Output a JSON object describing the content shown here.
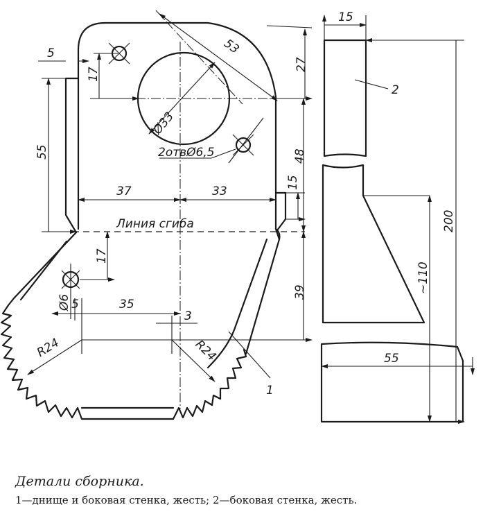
{
  "caption": {
    "title": "Детали сборника.",
    "text": "1—днище и боковая стенка, жесть; 2—боковая стенка, жесть."
  },
  "part1": {
    "dims": {
      "d5_top": "5",
      "d17_top": "17",
      "d53": "53",
      "d27": "27",
      "d33_circle": "Ø33",
      "holes_note": "2отвØ6,5",
      "d48": "48",
      "d55_left": "55",
      "d37": "37",
      "d33_horiz": "33",
      "d15_side": "15",
      "d17_bottom": "17",
      "d6_hole": "Ø6",
      "d5_bottom": "5",
      "d35": "35",
      "d3": "3",
      "d39": "39",
      "r24_left": "R24",
      "r24_right": "R24"
    },
    "fold_label": "Линия сгиба",
    "number": "1"
  },
  "part2": {
    "dims": {
      "d15_top": "15",
      "d200": "200",
      "d110": "~110",
      "d55": "55"
    },
    "number": "2"
  }
}
